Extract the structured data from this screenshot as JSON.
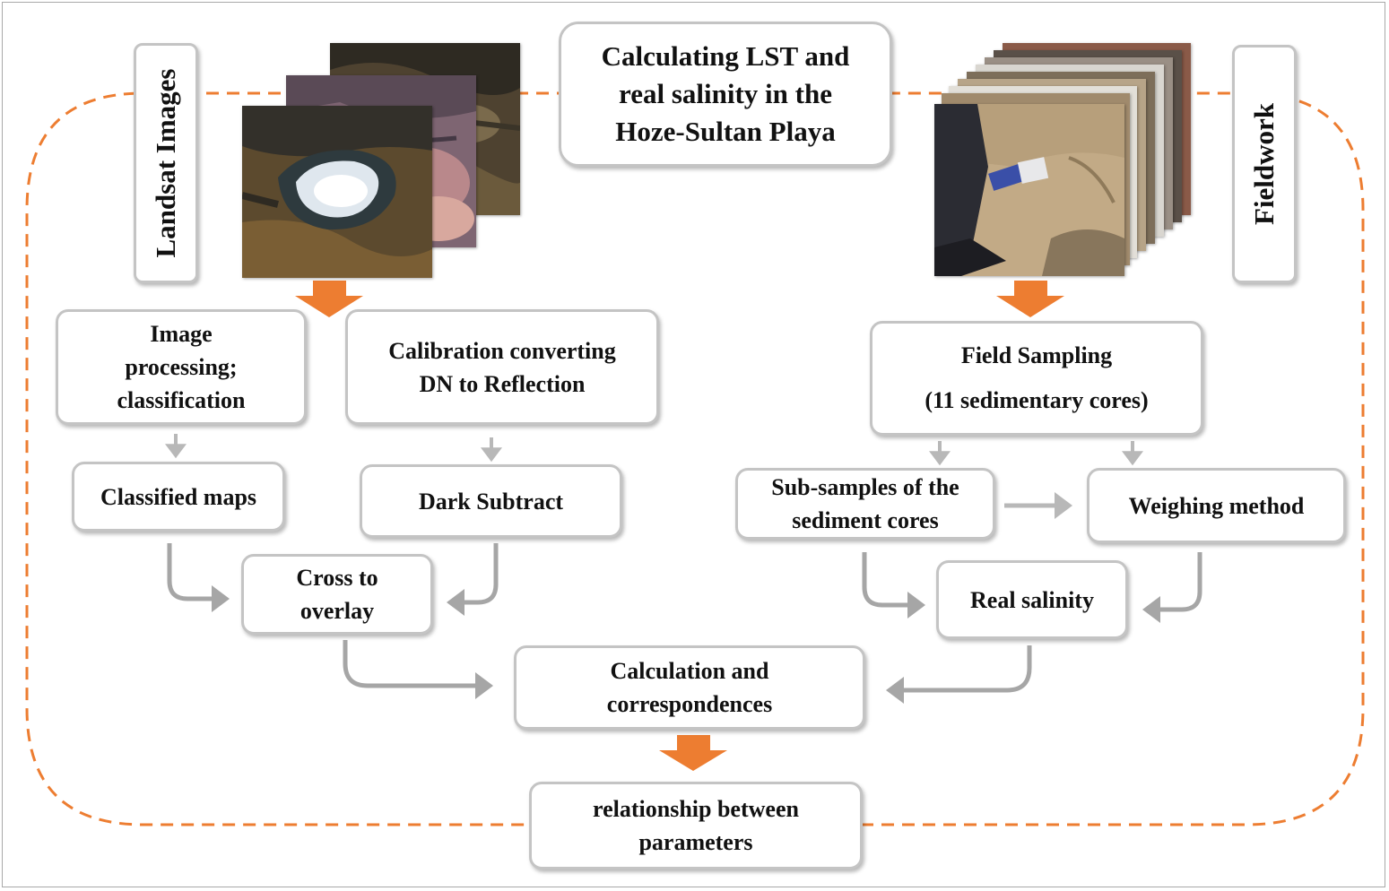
{
  "title": "Calculating LST and\nreal salinity in the\nHoze-Sultan Playa",
  "left_label": "Landsat Images",
  "right_label": "Fieldwork",
  "boxes": {
    "image_processing": "Image\nprocessing;\nclassification",
    "calibration": "Calibration converting\nDN to Reflection",
    "classified_maps": "Classified maps",
    "dark_subtract": "Dark Subtract",
    "cross_overlay": "Cross to\noverlay",
    "field_sampling": "Field Sampling\n(11 sedimentary cores)",
    "sub_samples": "Sub-samples of the\nsediment cores",
    "weighing": "Weighing method",
    "real_salinity": "Real salinity",
    "calculation": "Calculation and\ncorrespondences",
    "relationship": "relationship between\nparameters"
  },
  "colors": {
    "accent_orange": "#ED7D31",
    "connector_gray": "#a6a6a6",
    "box_border": "#c4c4c4"
  }
}
